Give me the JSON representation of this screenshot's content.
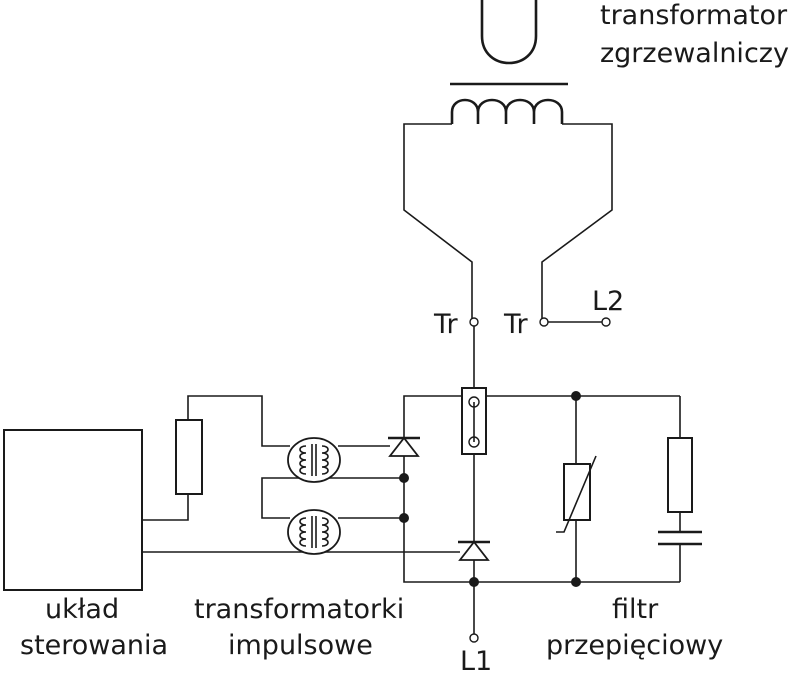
{
  "labels": {
    "welding_transformer": [
      "transformator",
      "zgrzewalniczy"
    ],
    "control_unit": [
      "układ",
      "sterowania"
    ],
    "pulse_transformers": [
      "transformatorki",
      "impulsowe"
    ],
    "surge_filter": [
      "filtr",
      "przepięciowy"
    ],
    "terminal_tr_left": "Tr",
    "terminal_tr_right": "Tr",
    "terminal_l2": "L2",
    "terminal_l1": "L1"
  }
}
